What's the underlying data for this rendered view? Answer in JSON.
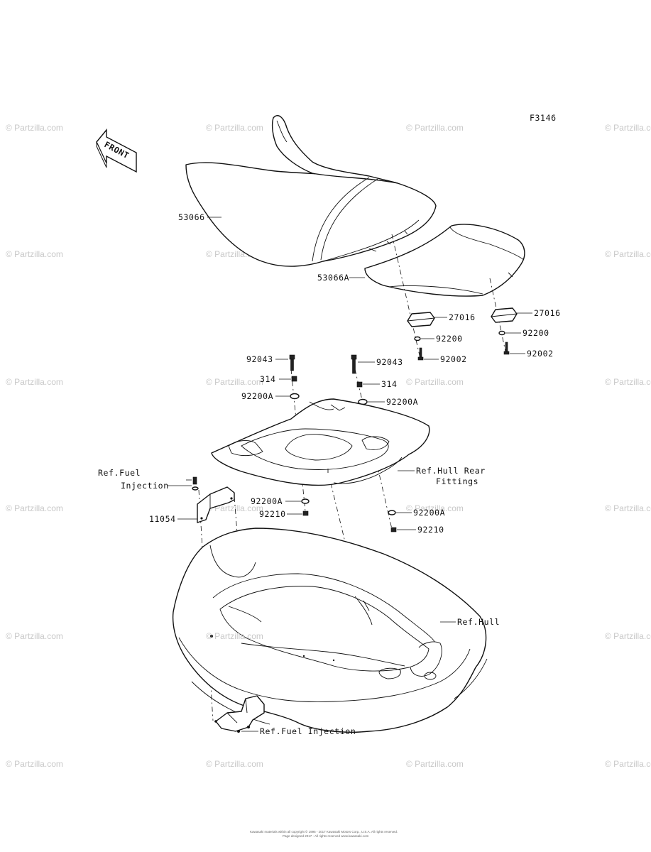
{
  "figure_code": "F3146",
  "front_arrow_label": "FRONT",
  "watermark": "© Partzilla.com",
  "center_watermark": "© Partzilla.com",
  "labels": {
    "seat_front": "53066",
    "seat_rear": "53066A",
    "damper_left": "27016",
    "damper_right": "27016",
    "washer_left": "92200",
    "washer_right": "92200",
    "screw_left": "92002",
    "screw_right": "92002",
    "bolt_left": "92043",
    "bolt_right": "92043",
    "collar_left": "314",
    "collar_right": "314",
    "washer_a_upper_left": "92200A",
    "washer_a_upper_right": "92200A",
    "washer_a_lower_left": "92200A",
    "washer_a_lower_right": "92200A",
    "nut_left": "92210",
    "nut_right": "92210",
    "bracket": "11054",
    "ref_fuel_injection_top_1": "Ref.Fuel",
    "ref_fuel_injection_top_2": "Injection",
    "ref_hull_rear_fittings_1": "Ref.Hull Rear",
    "ref_hull_rear_fittings_2": "Fittings",
    "ref_hull": "Ref.Hull",
    "ref_fuel_injection_bottom": "Ref.Fuel Injection"
  },
  "copyright": {
    "line1": "Kawasaki materials within all copyright © 1995 - 2017 Kawasaki Motors Corp., U.S.A. All rights reserved.",
    "line2": "Page designed 2017 - All rights reserved www.kawasaki.com"
  }
}
